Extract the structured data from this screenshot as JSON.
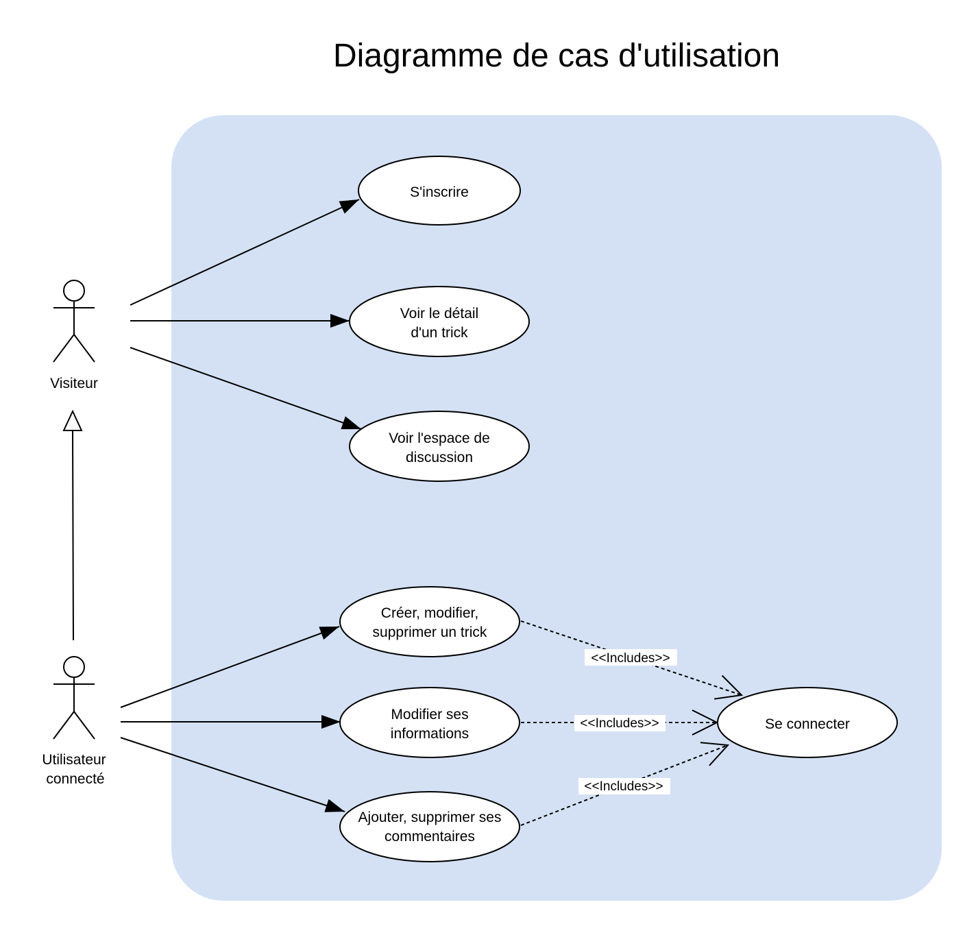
{
  "title": "Diagramme de cas d'utilisation",
  "colors": {
    "system_boundary_fill": "#d4e1f4",
    "stroke": "#000000",
    "usecase_fill": "#ffffff",
    "label_background": "#ffffff"
  },
  "actors": {
    "visiteur": {
      "label": "Visiteur"
    },
    "utilisateur": {
      "label_line1": "Utilisateur",
      "label_line2": "connecté"
    }
  },
  "use_cases": {
    "sinscrire": {
      "line1": "S'inscrire"
    },
    "voir_detail": {
      "line1": "Voir le détail",
      "line2": "d'un trick"
    },
    "voir_espace": {
      "line1": "Voir l'espace de",
      "line2": "discussion"
    },
    "creer_trick": {
      "line1": "Créer, modifier,",
      "line2": "supprimer un trick"
    },
    "modifier_infos": {
      "line1": "Modifier ses",
      "line2": "informations"
    },
    "commentaires": {
      "line1": "Ajouter, supprimer ses",
      "line2": "commentaires"
    },
    "se_connecter": {
      "line1": "Se connecter"
    }
  },
  "relations": {
    "include_label": "<<Includes>>"
  }
}
